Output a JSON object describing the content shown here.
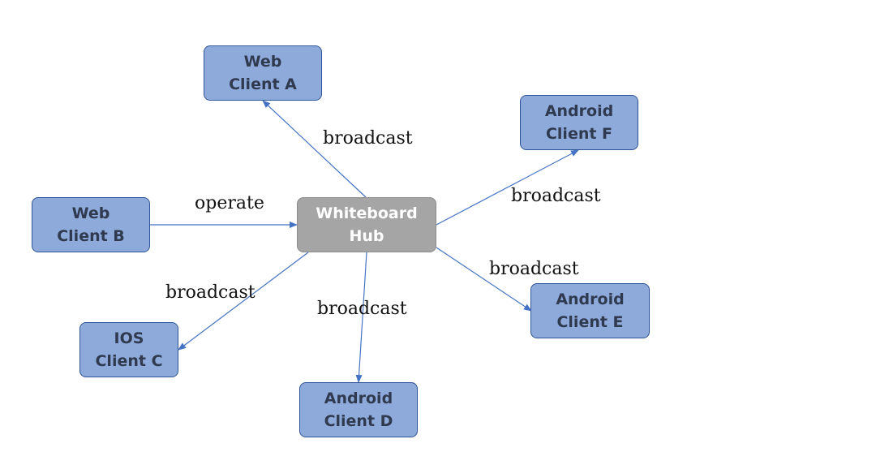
{
  "nodes": {
    "hub": "Whiteboard\nHub",
    "web_a": "Web\nClient A",
    "web_b": "Web\nClient B",
    "ios_c": "IOS\nClient C",
    "android_d": "Android\nClient D",
    "android_e": "Android\nClient E",
    "android_f": "Android\nClient F"
  },
  "edges": [
    {
      "from": "web_b",
      "to": "hub",
      "label": "operate"
    },
    {
      "from": "hub",
      "to": "web_a",
      "label": "broadcast"
    },
    {
      "from": "hub",
      "to": "android_f",
      "label": "broadcast"
    },
    {
      "from": "hub",
      "to": "android_e",
      "label": "broadcast"
    },
    {
      "from": "hub",
      "to": "android_d",
      "label": "broadcast"
    },
    {
      "from": "hub",
      "to": "ios_c",
      "label": "broadcast"
    }
  ],
  "colors": {
    "client_fill": "#8eaadb",
    "client_border": "#2f5597",
    "hub_fill": "#a5a5a5",
    "edge": "#4472c4"
  }
}
